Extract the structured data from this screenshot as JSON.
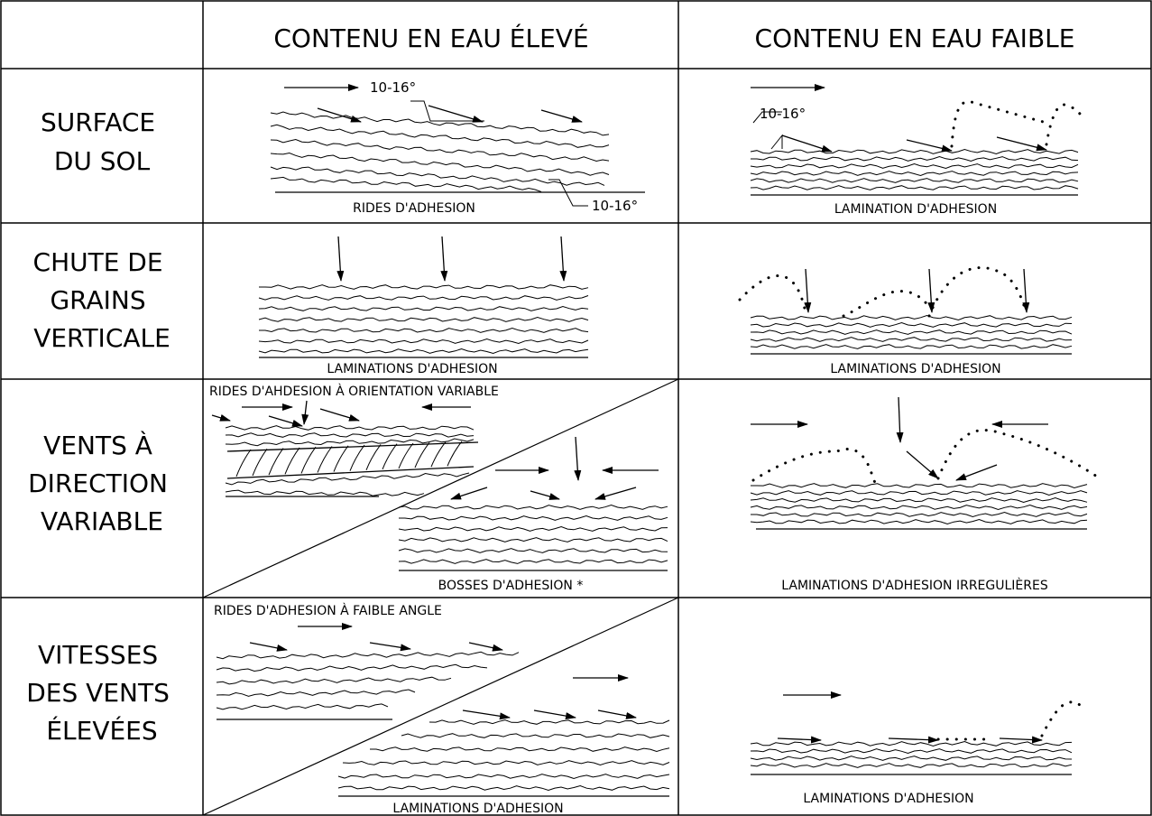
{
  "headers": {
    "high_water": "CONTENU EN EAU ÉLEVÉ",
    "low_water": "CONTENU EN EAU FAIBLE"
  },
  "rows": [
    {
      "label_lines": [
        "SURFACE",
        "DU SOL"
      ]
    },
    {
      "label_lines": [
        "CHUTE DE",
        "GRAINS",
        "VERTICALE"
      ]
    },
    {
      "label_lines": [
        "VENTS À",
        "DIRECTION",
        "VARIABLE"
      ]
    },
    {
      "label_lines": [
        "VITESSES",
        "DES VENTS",
        "ÉLEVÉES"
      ]
    }
  ],
  "captions": {
    "r1_high": "RIDES D'ADHESION",
    "r1_low": "LAMINATION D'ADHESION",
    "r2_high": "LAMINATIONS D'ADHESION",
    "r2_low": "LAMINATIONS D'ADHESION",
    "r3_high_top": "RIDES D'AHDESION À ORIENTATION VARIABLE",
    "r3_high_bottom": "BOSSES D'ADHESION *",
    "r3_low": "LAMINATIONS D'ADHESION IRREGULIÈRES",
    "r4_high_top": "RIDES D'ADHESION À FAIBLE ANGLE",
    "r4_high_bottom": "LAMINATIONS D'ADHESION",
    "r4_low": "LAMINATIONS D'ADHESION"
  },
  "angles": {
    "r1_high_wind": "10-16°",
    "r1_high_base": "10-16°",
    "r1_low": "10-16°"
  },
  "colors": {
    "ink": "#000000",
    "background": "#ffffff"
  }
}
